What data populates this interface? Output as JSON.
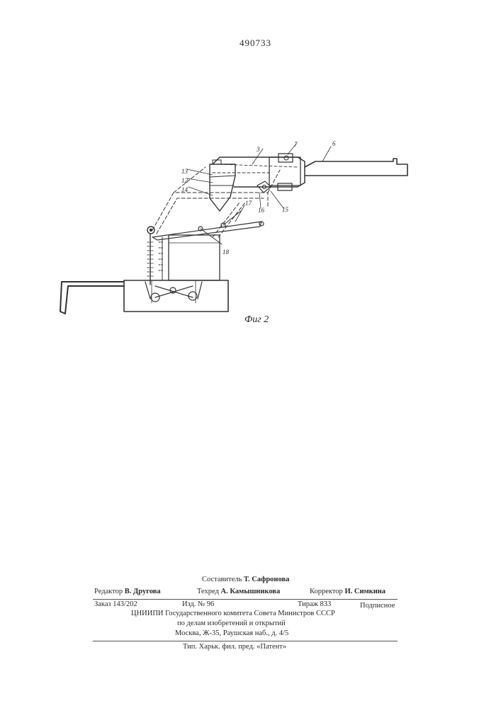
{
  "header": {
    "patent_number": "490733"
  },
  "figure": {
    "caption": "Фиг 2",
    "part_labels": {
      "p3": "3",
      "p6": "6",
      "p7": "7",
      "p12": "12",
      "p13": "13",
      "p14": "14",
      "p15": "15",
      "p16": "16",
      "p17": "17",
      "p18": "18"
    }
  },
  "imprint": {
    "compiler_role": "Составитель",
    "compiler_name": "Т. Сафронова",
    "editor_role": "Редактор",
    "editor_name": "В. Другова",
    "techred_role": "Техред",
    "techred_name": "А. Камышникова",
    "corrector_role": "Корректор",
    "corrector_name": "И. Симкина",
    "order": "Заказ 143/202",
    "edition": "Изд. № 96",
    "circulation": "Тираж 833",
    "subscription": "Подписное",
    "org_line1": "ЦНИИПИ Государственного комитета Совета Министров СССР",
    "org_line2": "по делам изобретений и открытий",
    "org_address": "Москва, Ж-35, Раушская наб., д. 4/5",
    "printer": "Тип. Харьк. фил. пред. «Патент»"
  }
}
